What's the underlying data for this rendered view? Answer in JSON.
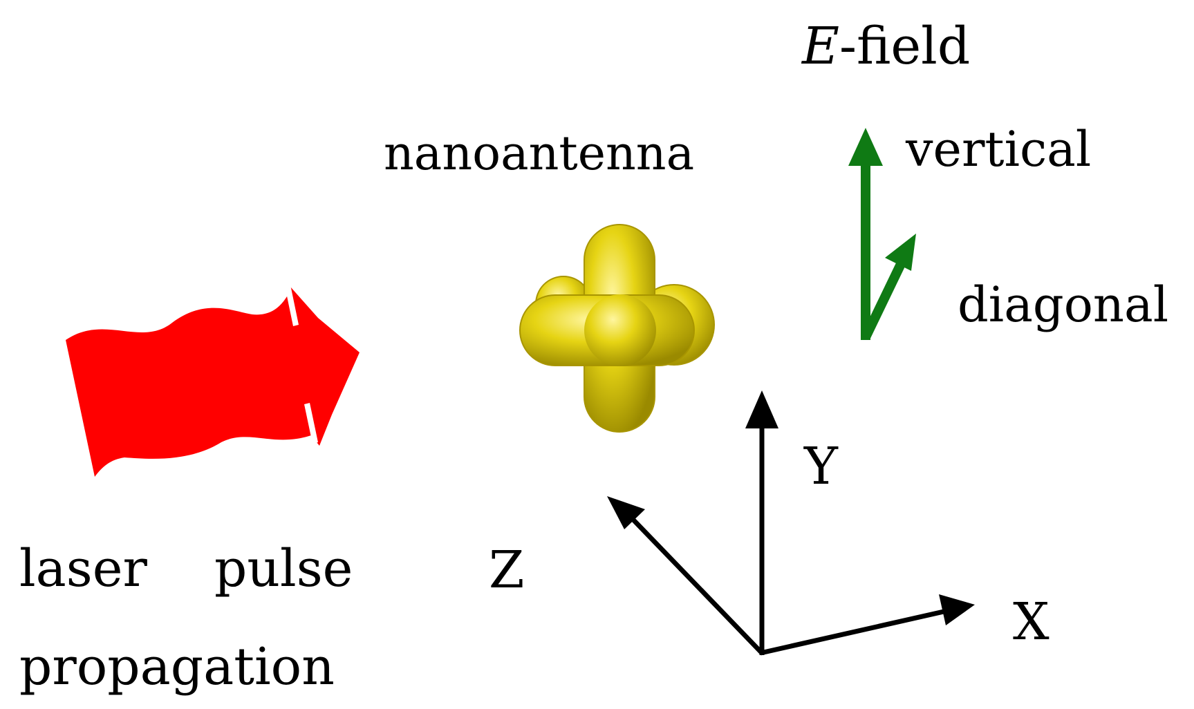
{
  "labels": {
    "efield_italic": "E",
    "efield_rest": "-field",
    "nanoantenna": "nanoantenna",
    "vertical": "vertical",
    "diagonal": "diagonal",
    "laser_word1": "laser",
    "laser_word2": "pulse",
    "laser_word3": "propagation",
    "axis_y": "Y",
    "axis_z": "Z",
    "axis_x": "X"
  },
  "colors": {
    "laser_arrow": "#ff0000",
    "field_arrows": "#0f7a14",
    "nanoantenna": "#e3cf10",
    "axes": "#000000",
    "text": "#000000"
  }
}
